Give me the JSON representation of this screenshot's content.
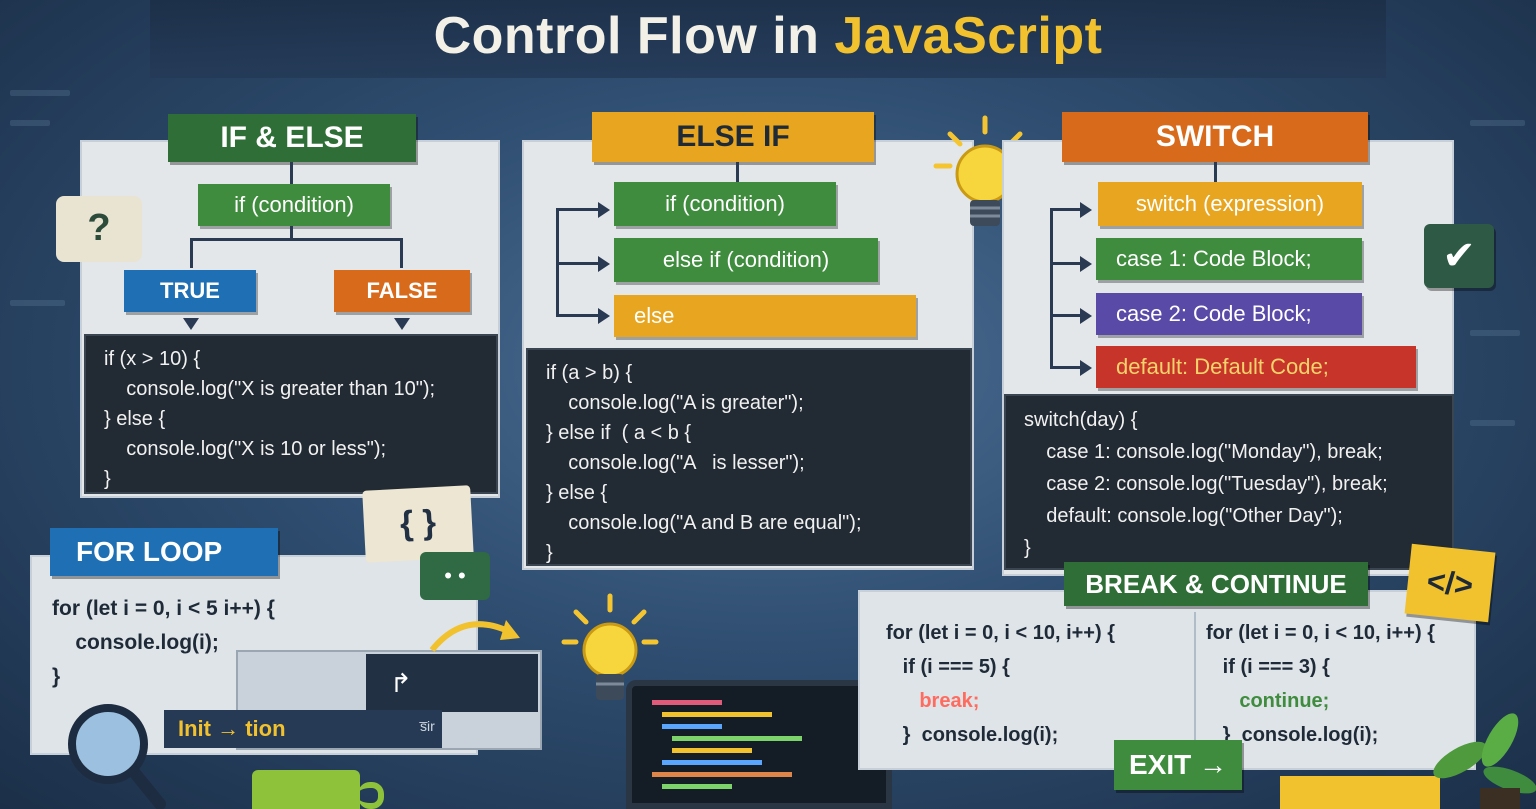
{
  "title": {
    "main": "Control Flow in ",
    "highlight": "JavaScript"
  },
  "if_else": {
    "header": "IF & ELSE",
    "condition": "if (condition)",
    "true_label": "TRUE",
    "false_label": "FALSE",
    "code": [
      "if (x > 10) {",
      "    console.log(\"X is greater than 10\");",
      "} else {",
      "    console.log(\"X is 10 or less\");",
      "}"
    ]
  },
  "else_if": {
    "header": "ELSE IF",
    "boxes": [
      "if (condition)",
      "else if (condition)",
      "else"
    ],
    "code": [
      "if (a > b) {",
      "    console.log(\"A is greater\");",
      "} else if  ( a < b {",
      "    console.log(\"A   is lesser\");",
      "} else {",
      "    console.log(\"A and B are equal\");",
      "}"
    ]
  },
  "switch": {
    "header": "SWITCH",
    "boxes": [
      "switch (expression)",
      "case 1: Code Block;",
      "case 2: Code Block;",
      "default: Default Code;"
    ],
    "code": [
      "switch(day) {",
      "    case 1: console.log(\"Monday\"), break;",
      "    case 2: console.log(\"Tuesday\"), break;",
      "    default: console.log(\"Other Day\");",
      "}"
    ]
  },
  "for_loop": {
    "header": "FOR LOOP",
    "code": [
      "for (let i = 0, i < 5 i++) {",
      "    console.log(i);",
      "}"
    ],
    "strip_label": "Init → tion",
    "strip_small": "s̅ir"
  },
  "break_continue": {
    "header": "BREAK & CONTINUE",
    "left_code": [
      "for (let i = 0, i < 10, i++) {",
      "   if (i === 5) {",
      "      break;",
      "   }  console.log(i);"
    ],
    "right_code": [
      "for (let i = 0, i < 10, i++) {",
      "   if (i === 3) {",
      "      continue;",
      "   }  console.log(i);"
    ],
    "exit_label": "EXIT →"
  },
  "icons": {
    "question": "?",
    "braces": "{ }",
    "code_tag": "</>",
    "check": "✔"
  },
  "colors": {
    "green": "#3f8c3e",
    "orange": "#d86a1c",
    "yellow": "#e8a520",
    "blue": "#1f6fb5",
    "purple": "#5a4aa8",
    "red": "#c7352a",
    "title_highlight": "#f2c12e"
  }
}
